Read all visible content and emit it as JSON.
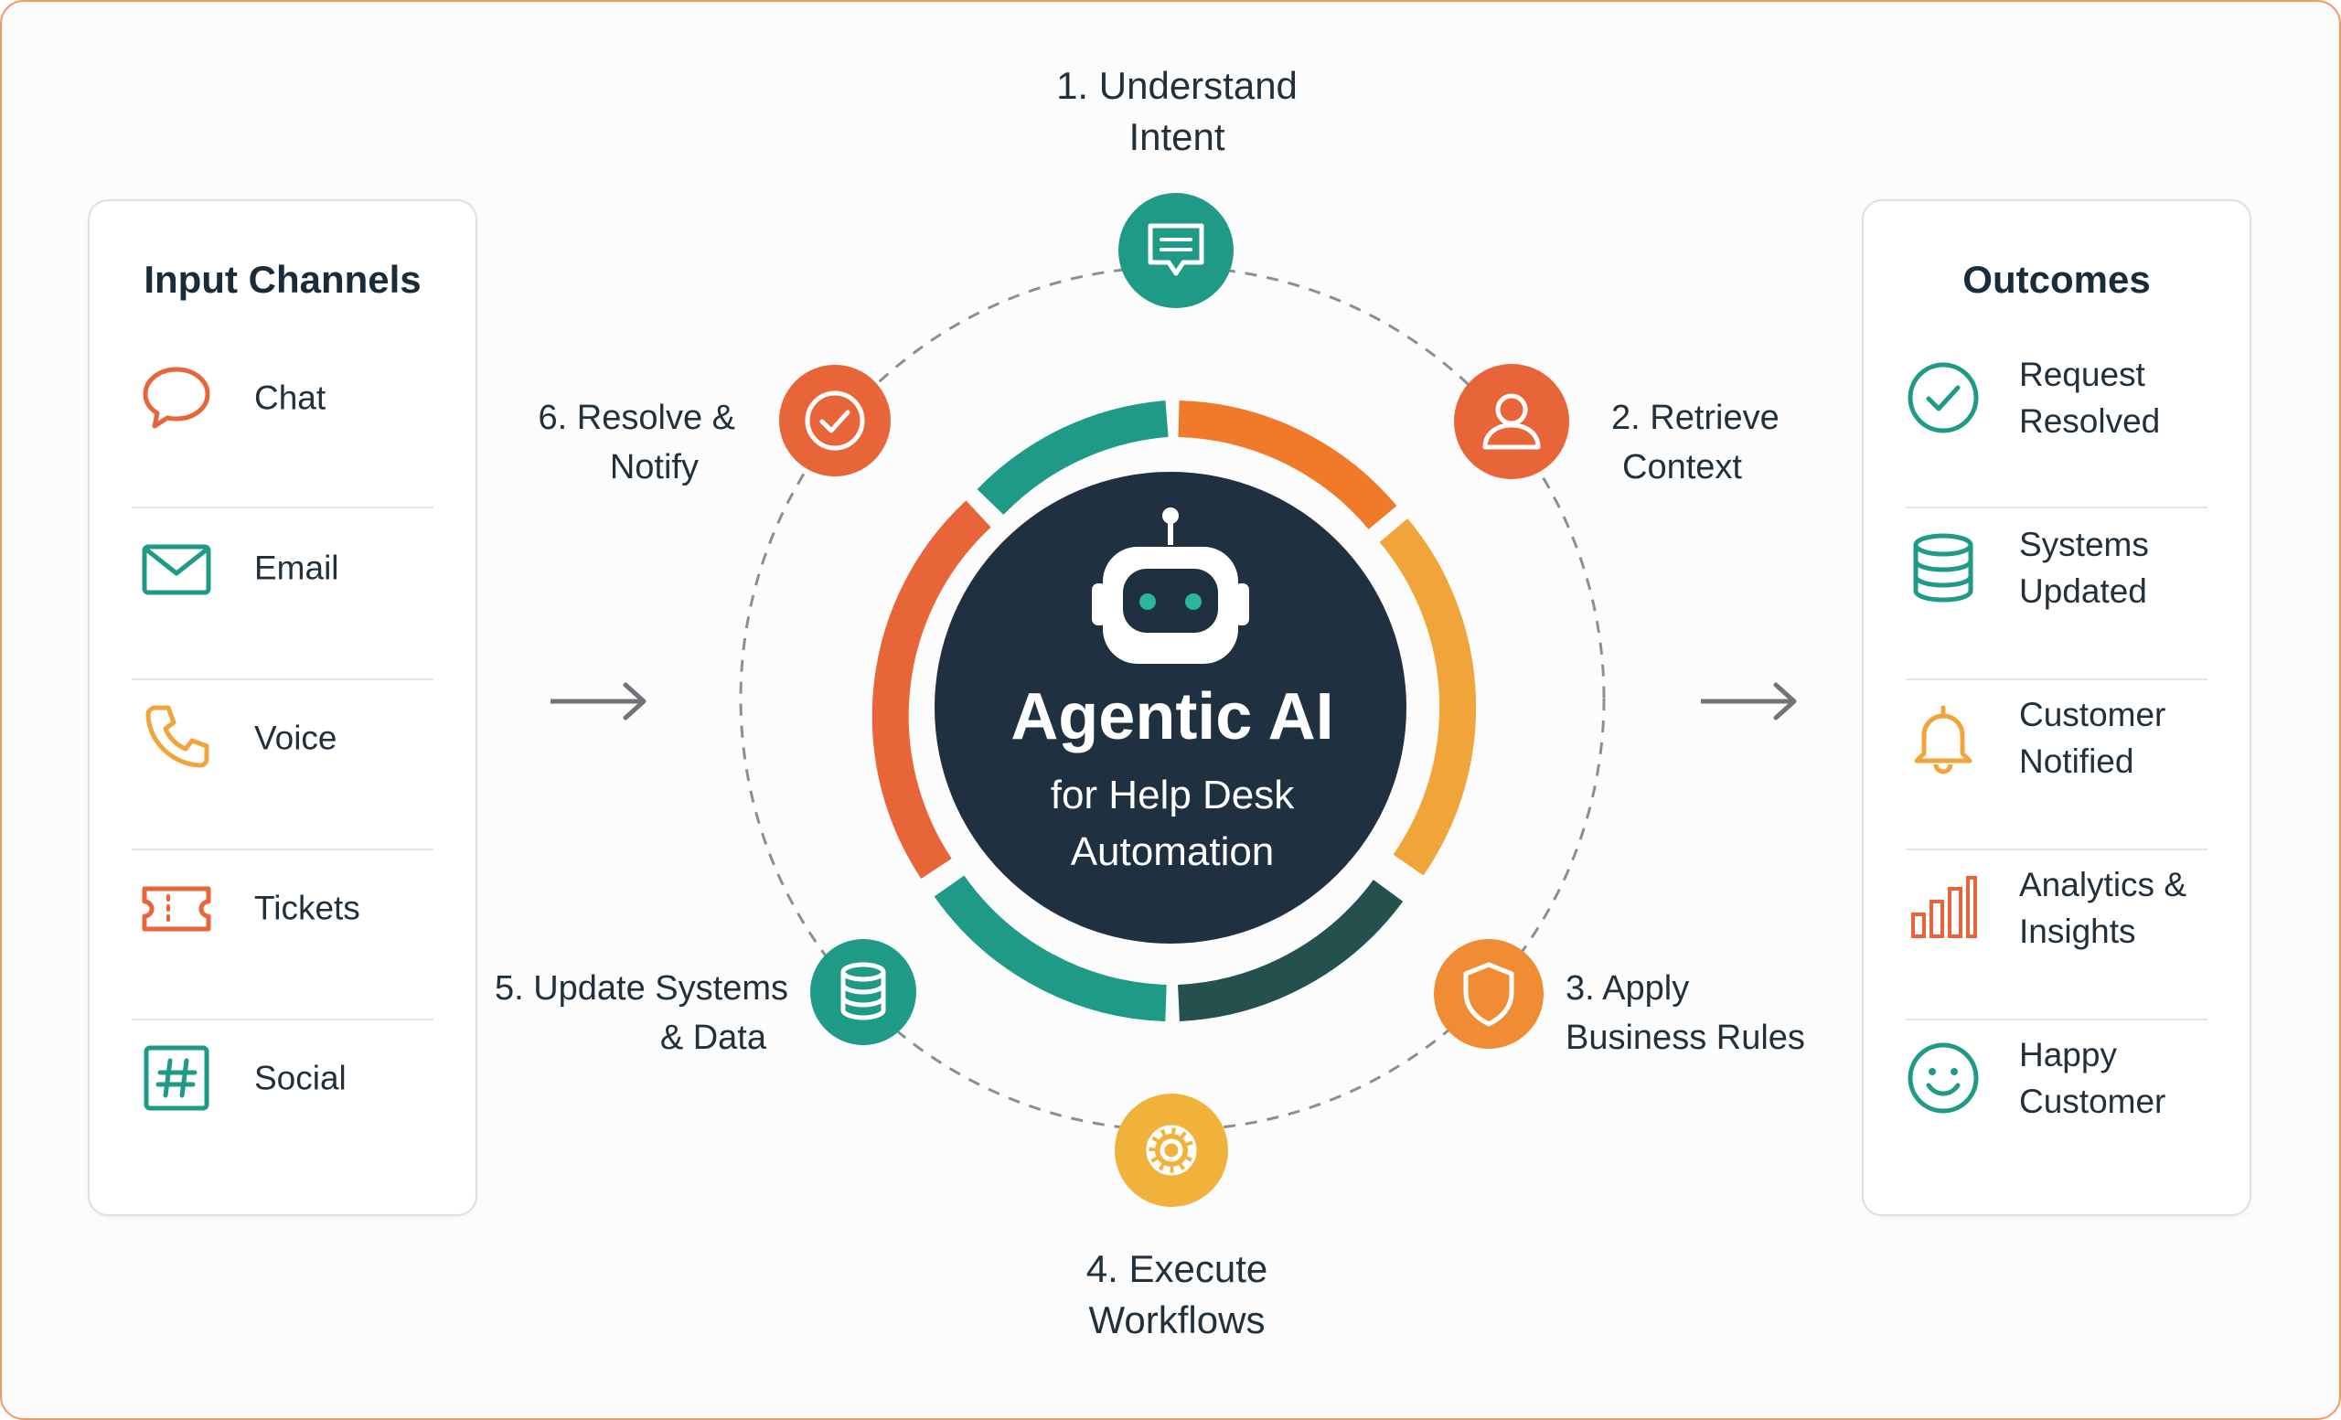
{
  "input_panel": {
    "title": "Input Channels",
    "items": [
      {
        "label": "Chat",
        "icon": "chat-bubble-icon",
        "color": "#e8653a"
      },
      {
        "label": "Email",
        "icon": "envelope-icon",
        "color": "#1f9a86"
      },
      {
        "label": "Voice",
        "icon": "phone-icon",
        "color": "#f0a43a"
      },
      {
        "label": "Tickets",
        "icon": "ticket-icon",
        "color": "#e8653a"
      },
      {
        "label": "Social",
        "icon": "hashtag-icon",
        "color": "#1f9a86"
      }
    ]
  },
  "outcomes_panel": {
    "title": "Outcomes",
    "items": [
      {
        "label": "Request Resolved",
        "icon": "check-circle-icon",
        "color": "#1f9a86"
      },
      {
        "label": "Systems Updated",
        "icon": "database-icon",
        "color": "#1f9a86"
      },
      {
        "label": "Customer Notified",
        "icon": "bell-icon",
        "color": "#f0a43a"
      },
      {
        "label": "Analytics & Insights",
        "icon": "bar-chart-icon",
        "color": "#e8653a"
      },
      {
        "label": "Happy Customer",
        "icon": "smiley-icon",
        "color": "#1f9a86"
      }
    ]
  },
  "center": {
    "title": "Agentic AI",
    "subtitle_line1": "for Help Desk",
    "subtitle_line2": "Automation",
    "icon": "robot-icon",
    "background": "#1f3140"
  },
  "steps": [
    {
      "line1": "1. Understand",
      "line2": "Intent",
      "icon": "message-icon",
      "color": "#1f9a86"
    },
    {
      "line1": "2. Retrieve",
      "line2": "Context",
      "icon": "user-icon",
      "color": "#e8653a"
    },
    {
      "line1": "3. Apply",
      "line2": "Business Rules",
      "icon": "shield-icon",
      "color": "#f08c34"
    },
    {
      "line1": "4. Execute",
      "line2": "Workflows",
      "icon": "gear-icon",
      "color": "#f0b23a"
    },
    {
      "line1": "5. Update Systems",
      "line2": "& Data",
      "icon": "database-icon",
      "color": "#1f9a86"
    },
    {
      "line1": "6. Resolve &",
      "line2": "Notify",
      "icon": "check-circle-icon",
      "color": "#e8653a"
    }
  ],
  "colors": {
    "teal": "#1f9a86",
    "orange": "#f07a2a",
    "amber": "#f0a43a",
    "coral": "#e8653a",
    "dark_teal": "#24514d",
    "navy": "#1f3140",
    "frame_border": "#ef9a66"
  }
}
